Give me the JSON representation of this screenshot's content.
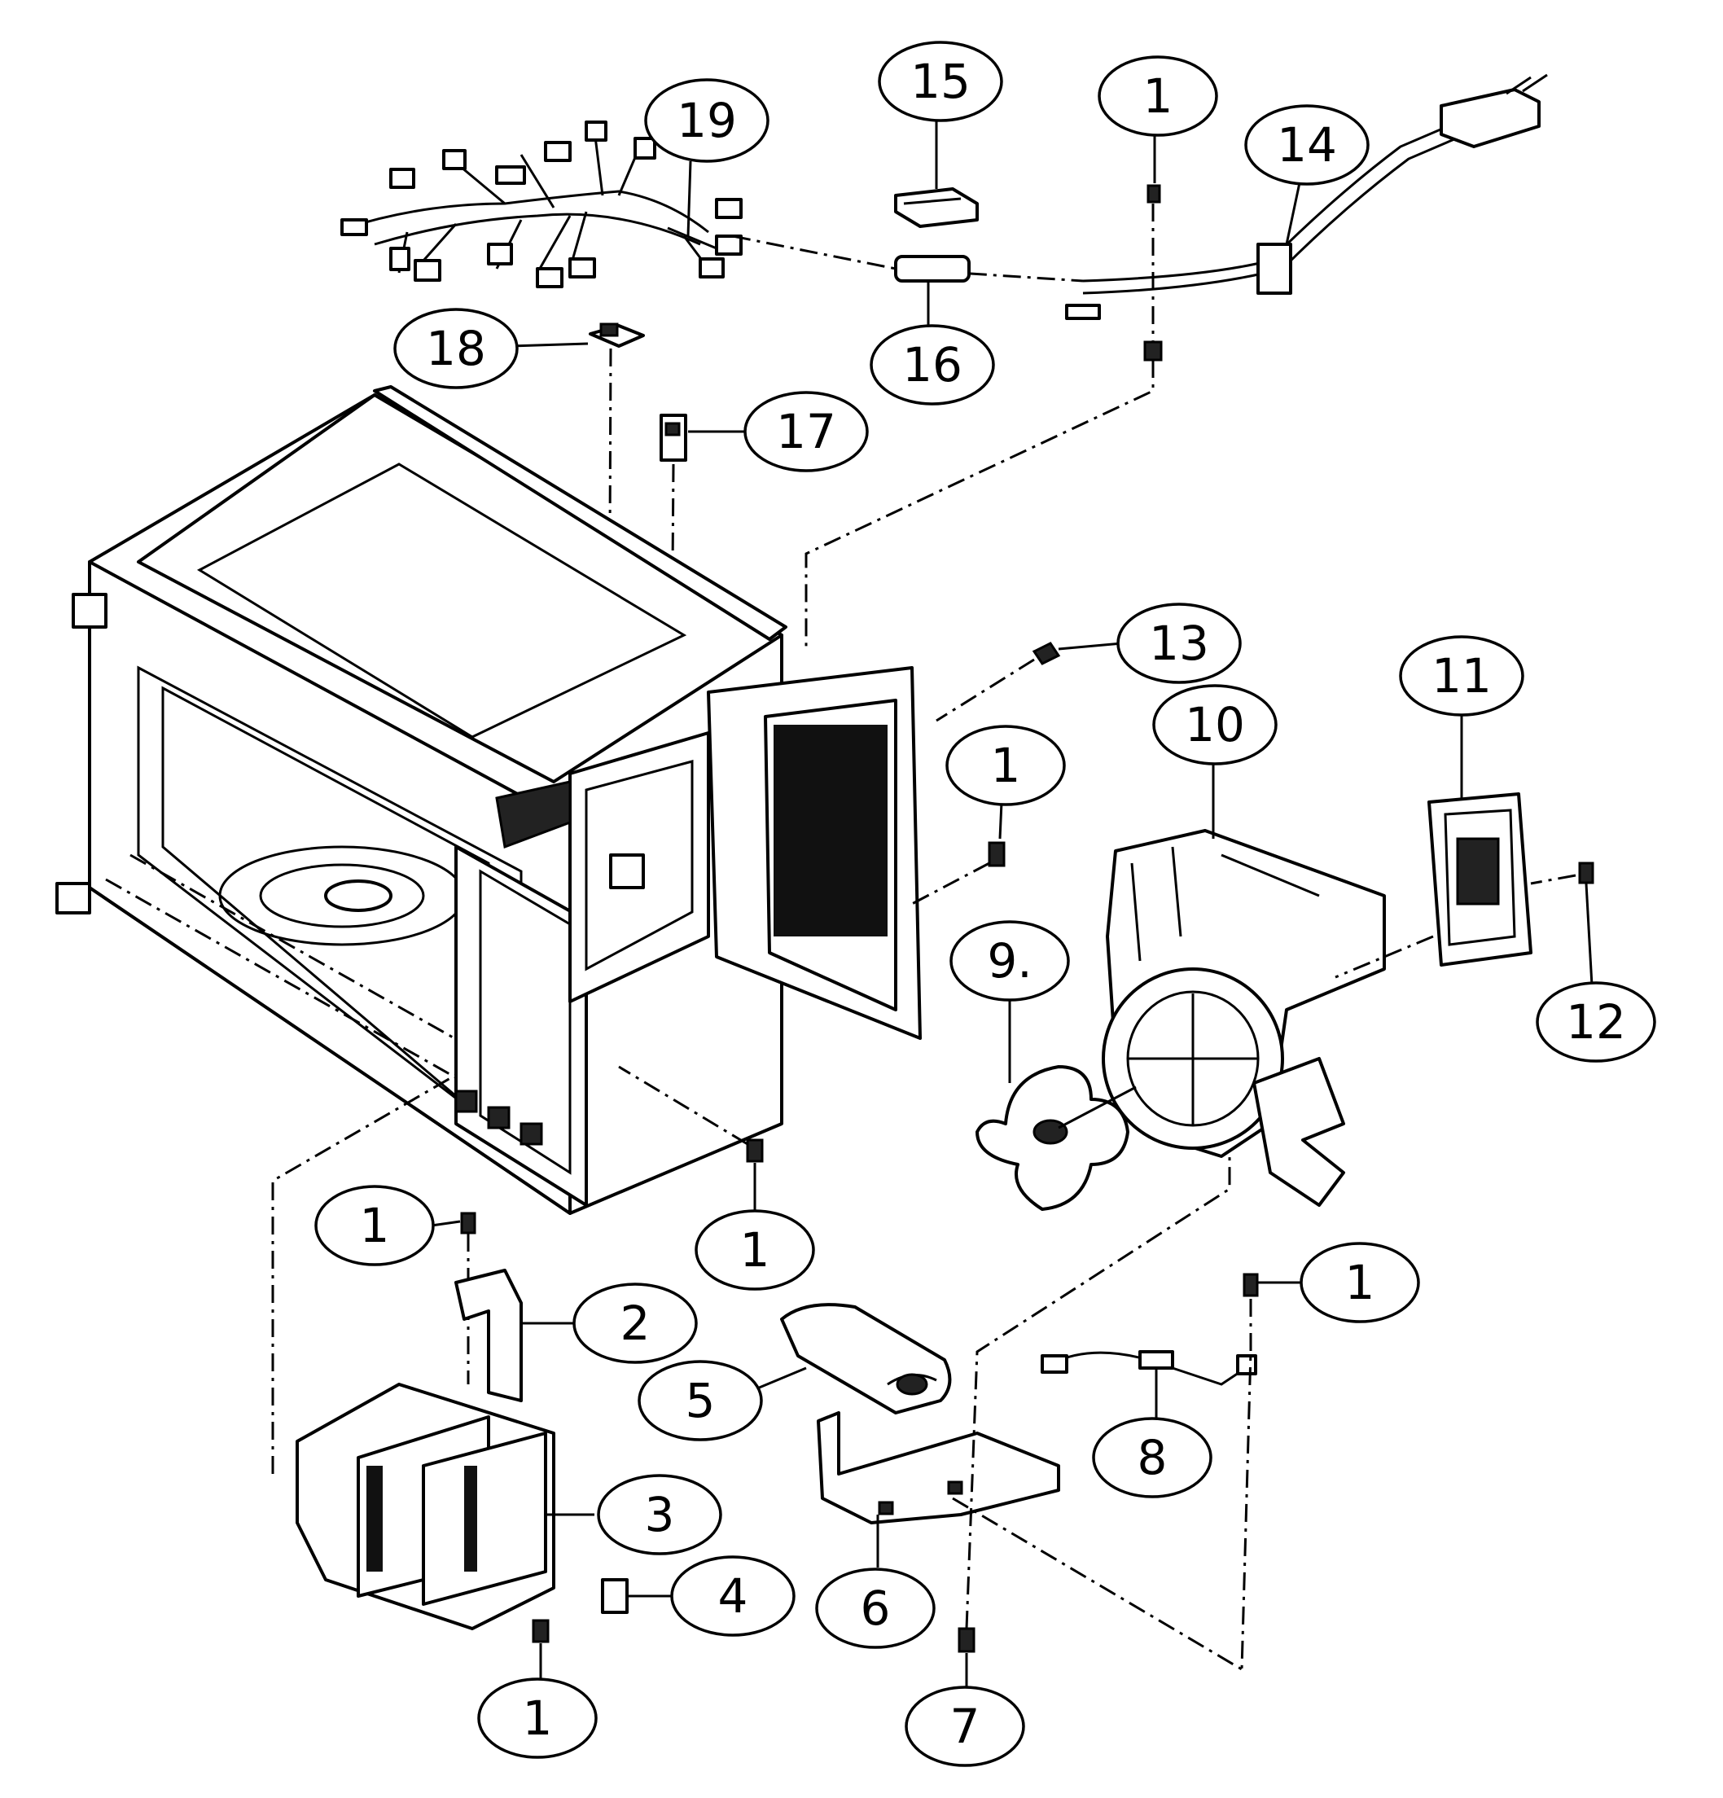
{
  "diagram": {
    "callouts": [
      {
        "id": "c19",
        "label": "19"
      },
      {
        "id": "c15",
        "label": "15"
      },
      {
        "id": "c1a",
        "label": "1"
      },
      {
        "id": "c14",
        "label": "14"
      },
      {
        "id": "c18",
        "label": "18"
      },
      {
        "id": "c16",
        "label": "16"
      },
      {
        "id": "c17",
        "label": "17"
      },
      {
        "id": "c13",
        "label": "13"
      },
      {
        "id": "c1b",
        "label": "1"
      },
      {
        "id": "c10",
        "label": "10"
      },
      {
        "id": "c11",
        "label": "11"
      },
      {
        "id": "c9",
        "label": "9."
      },
      {
        "id": "c12",
        "label": "12"
      },
      {
        "id": "c1c",
        "label": "1"
      },
      {
        "id": "c1d",
        "label": "1"
      },
      {
        "id": "c2",
        "label": "2"
      },
      {
        "id": "c1e",
        "label": "1"
      },
      {
        "id": "c5",
        "label": "5"
      },
      {
        "id": "c8",
        "label": "8"
      },
      {
        "id": "c3",
        "label": "3"
      },
      {
        "id": "c4",
        "label": "4"
      },
      {
        "id": "c6",
        "label": "6"
      },
      {
        "id": "c1f",
        "label": "1"
      },
      {
        "id": "c7",
        "label": "7"
      }
    ]
  }
}
